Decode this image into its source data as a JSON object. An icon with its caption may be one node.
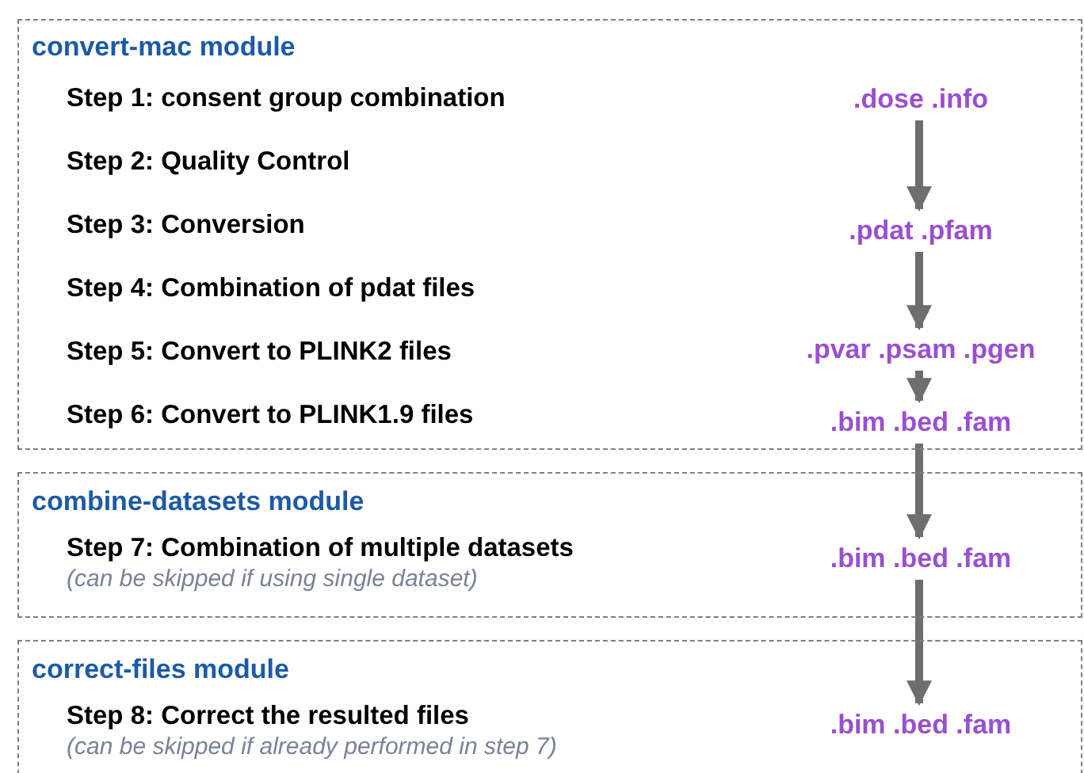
{
  "diagram": {
    "nodes": [
      {
        "text": [
          "convert-mac module",
          "Step 1: consent group combination",
          "Step 2: Quality Control",
          "Step 3: Conversion",
          "Step 4: Combination of pdat files",
          "Step 5: Convert to PLINK2 files",
          "Step 6: Convert to PLINK1.9 files"
        ]
      },
      {
        "text": [
          "combine-datasets module",
          "Step 7: Combination of multiple datasets",
          "(can be skipped if using single dataset)"
        ]
      },
      {
        "text": [
          "correct-files module",
          "Step 8: Correct the resulted files",
          "(can be skipped if already performed in step 7)"
        ]
      },
      {
        "text": [
          ".dose .info"
        ],
        "in": 0
      },
      {
        "text": [
          ".pdat .pfam"
        ],
        "in": 0
      },
      {
        "text": [
          ".pvar .psam .pgen"
        ],
        "in": 0
      },
      {
        "text": [
          ".bim .bed .fam"
        ],
        "in": 0
      },
      {
        "text": [
          ".bim .bed .fam"
        ],
        "in": 1
      },
      {
        "text": [
          ".bim .bed .fam"
        ],
        "in": 2
      }
    ],
    "edges": [
      {
        "from": 3,
        "to": 4,
        "arrow": "to"
      },
      {
        "from": 4,
        "to": 5,
        "arrow": "to"
      },
      {
        "from": 5,
        "to": 6,
        "arrow": "to"
      },
      {
        "from": 6,
        "to": 7,
        "arrow": "to"
      },
      {
        "from": 7,
        "to": 8,
        "arrow": "to"
      }
    ]
  }
}
